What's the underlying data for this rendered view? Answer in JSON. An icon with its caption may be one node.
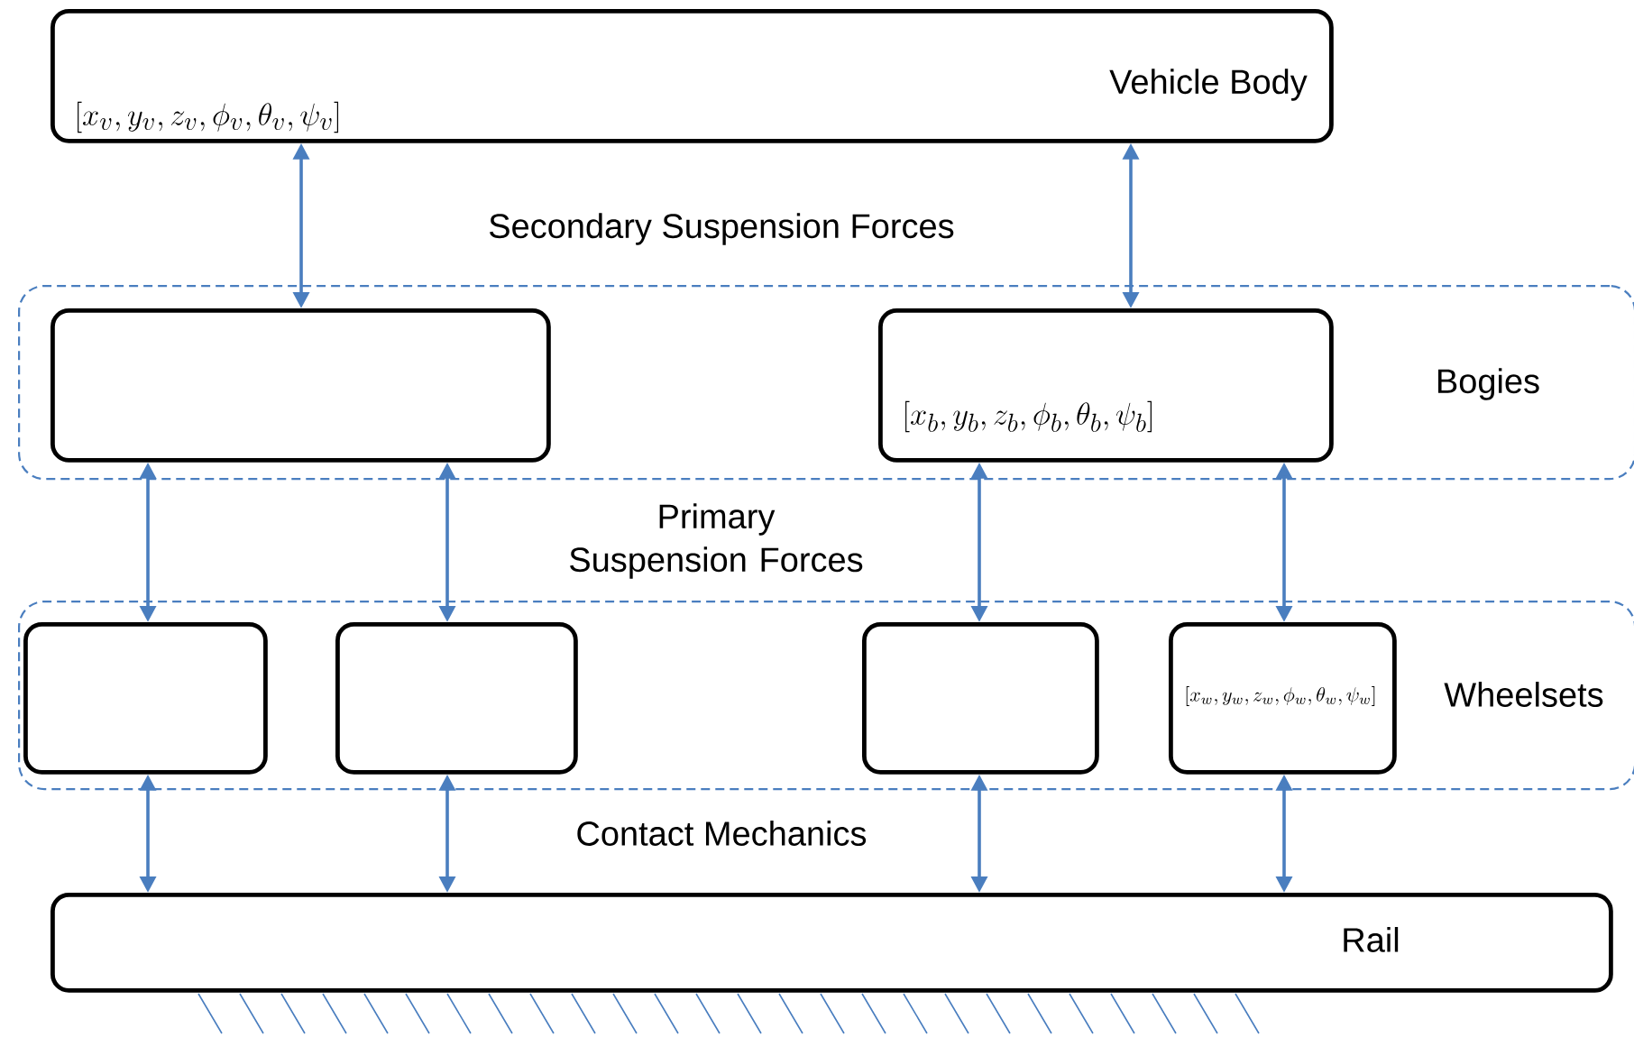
{
  "diagram": {
    "nodes": [
      {
        "text": [
          "Vehicle Body",
          "[x_v, y_v, z_v, \\phi_v, \\theta_v, \\psi_v]"
        ]
      },
      {
        "text": [
          "Bogies"
        ]
      },
      {
        "text": [],
        "shape": "box",
        "in": 1
      },
      {
        "text": [
          "[x_b, y_b, z_b, \\phi_b, \\theta_b, \\psi_b]"
        ],
        "in": 1
      },
      {
        "text": [
          "Wheelsets"
        ]
      },
      {
        "text": [],
        "shape": "box",
        "in": 4
      },
      {
        "text": [],
        "shape": "box",
        "in": 4
      },
      {
        "text": [],
        "shape": "box",
        "in": 4
      },
      {
        "text": [
          "[x_w, y_w, z_w, \\phi_w, \\theta_w, \\psi_w]"
        ],
        "in": 4
      },
      {
        "text": [
          "Rail"
        ]
      }
    ],
    "edges": [
      {
        "from": 0,
        "to": 2,
        "arrow": "both"
      },
      {
        "from": 0,
        "to": 3,
        "arrow": "both"
      },
      {
        "from": 2,
        "to": 5,
        "arrow": "both"
      },
      {
        "from": 2,
        "to": 6,
        "arrow": "both"
      },
      {
        "from": 3,
        "to": 7,
        "arrow": "both"
      },
      {
        "from": 3,
        "to": 8,
        "arrow": "both"
      },
      {
        "from": 5,
        "to": 9,
        "arrow": "both"
      },
      {
        "from": 6,
        "to": 9,
        "arrow": "both"
      },
      {
        "from": 7,
        "to": 9,
        "arrow": "both"
      },
      {
        "from": 8,
        "to": 9,
        "arrow": "both"
      }
    ],
    "labels": [
      "Secondary Suspension Forces",
      "Primary Suspension Forces",
      "Contact Mechanics"
    ]
  }
}
